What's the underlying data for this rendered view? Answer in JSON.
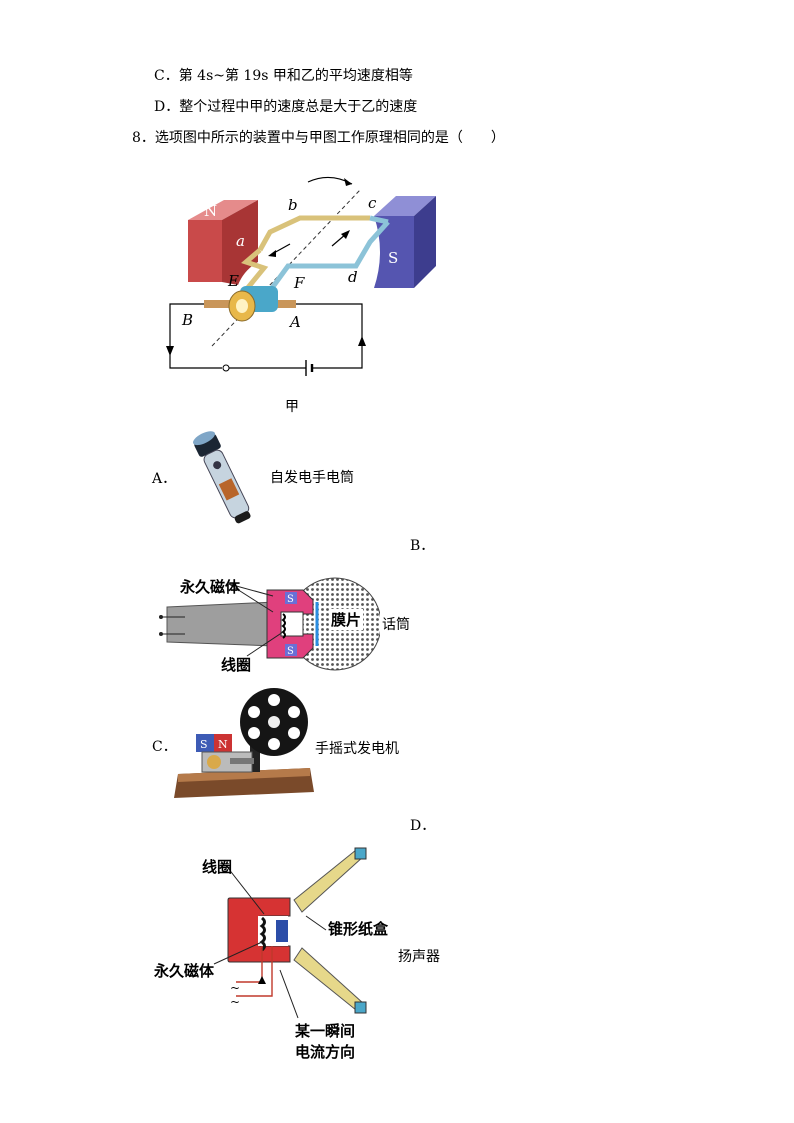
{
  "options_prev": {
    "c": "C．第 4s~第 19s 甲和乙的平均速度相等",
    "d": "D．整个过程中甲的速度总是大于乙的速度"
  },
  "question": {
    "text": "8．选项图中所示的装置中与甲图工作原理相同的是（　　）"
  },
  "figure_main": {
    "caption": "甲",
    "labels": {
      "N": "N",
      "S": "S",
      "a": "a",
      "b": "b",
      "c": "c",
      "d": "d",
      "E": "E",
      "F": "F",
      "A": "A",
      "B": "B"
    }
  },
  "option_a": {
    "letter": "A．",
    "caption": "自发电手电筒"
  },
  "option_b": {
    "letter": "B．",
    "caption": "话筒",
    "magnet_label": "永久磁体",
    "coil_label": "线圈",
    "diaphragm_label": "膜片",
    "pole": "S"
  },
  "option_c": {
    "letter": "C．",
    "caption": "手摇式发电机",
    "pole_s": "S",
    "pole_n": "N"
  },
  "option_d": {
    "letter": "D．",
    "caption": "扬声器",
    "coil_label": "线圈",
    "cone_label": "锥形纸盒",
    "magnet_label": "永久磁体",
    "current_label_1": "某一瞬间",
    "current_label_2": "电流方向"
  }
}
